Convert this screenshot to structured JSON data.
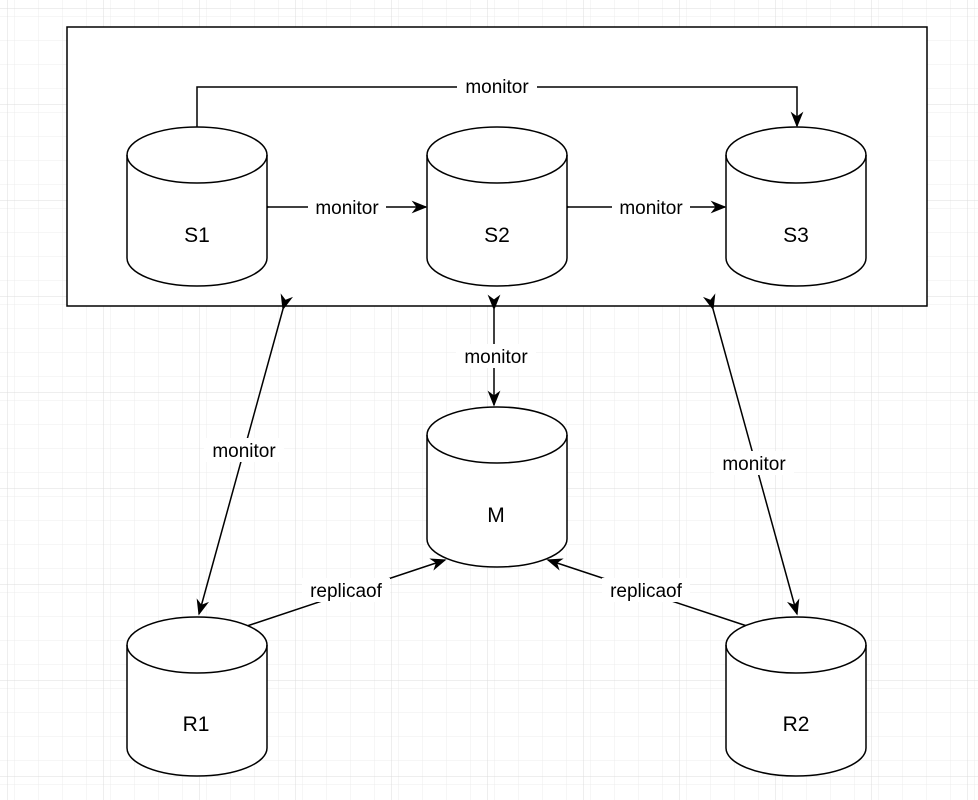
{
  "nodes": {
    "s1": {
      "label": "S1"
    },
    "s2": {
      "label": "S2"
    },
    "s3": {
      "label": "S3"
    },
    "m": {
      "label": "M"
    },
    "r1": {
      "label": "R1"
    },
    "r2": {
      "label": "R2"
    }
  },
  "edges": {
    "s1_s3": {
      "label": "monitor"
    },
    "s1_s2": {
      "label": "monitor"
    },
    "s2_s3": {
      "label": "monitor"
    },
    "cluster_m": {
      "label": "monitor"
    },
    "cluster_r1": {
      "label": "monitor"
    },
    "cluster_r2": {
      "label": "monitor"
    },
    "r1_m": {
      "label": "replicaof"
    },
    "r2_m": {
      "label": "replicaof"
    }
  },
  "colors": {
    "stroke": "#000000",
    "background": "#ffffff",
    "grid": "#e6e6e6"
  }
}
